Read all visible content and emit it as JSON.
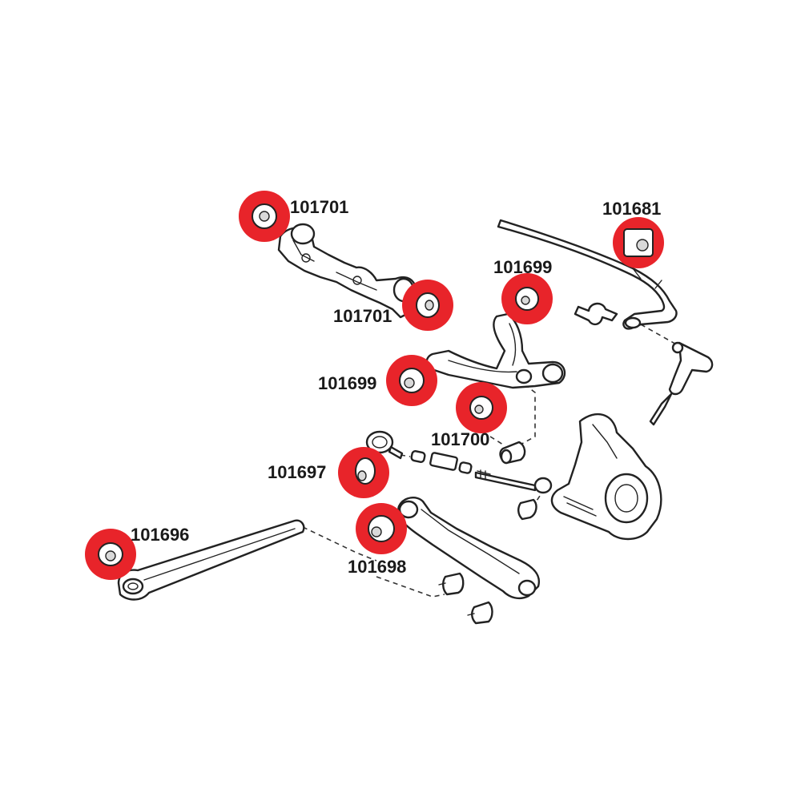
{
  "labels": {
    "l1": "101701",
    "l2": "101701",
    "l3": "101681",
    "l4": "101699",
    "l5": "101699",
    "l6": "101700",
    "l7": "101697",
    "l8": "101696",
    "l9": "101698"
  },
  "colors": {
    "bushing_highlight": "#e8242a",
    "line_art": "#222222",
    "background": "#ffffff"
  }
}
